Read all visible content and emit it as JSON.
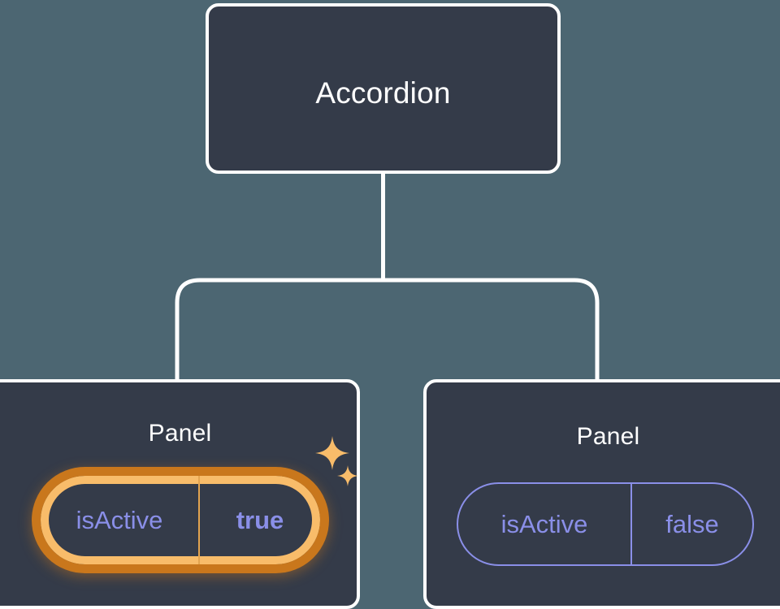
{
  "diagram": {
    "type": "component-tree",
    "background_color": "#4c6672",
    "node_fill_color": "#343b49",
    "node_border_color": "#ffffff",
    "connector_color": "#ffffff",
    "accent_highlight_color": "#f8bc6a",
    "accent_highlight_outer_color": "#c9771c",
    "prop_text_color": "#8a8fe8",
    "root": {
      "label": "Accordion"
    },
    "children": [
      {
        "label": "Panel",
        "highlighted": true,
        "prop": {
          "name": "isActive",
          "value": "true",
          "value_bold": true
        },
        "sparkles": [
          "sparkle-large-icon",
          "sparkle-small-icon"
        ]
      },
      {
        "label": "Panel",
        "highlighted": false,
        "prop": {
          "name": "isActive",
          "value": "false",
          "value_bold": false
        }
      }
    ]
  }
}
